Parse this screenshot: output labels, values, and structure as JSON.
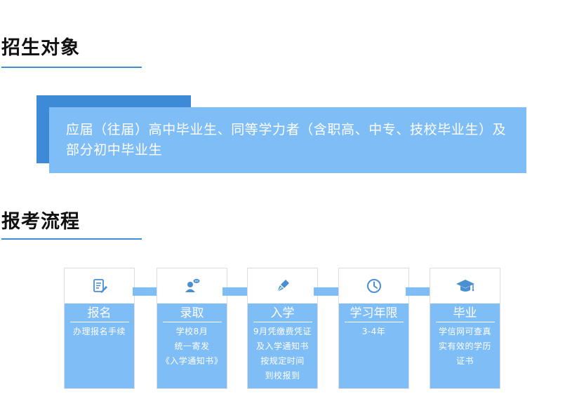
{
  "sections": {
    "target_title": "招生对象",
    "target_text": "应届（往届）高中毕业生、同等学力者（含职高、中专、技校毕业生）及部分初中毕业生",
    "process_title": "报考流程"
  },
  "steps": [
    {
      "icon": "document-pen-icon",
      "title": "报名",
      "desc": "办理报名手续"
    },
    {
      "icon": "user-chat-icon",
      "title": "录取",
      "desc": "学校8月\n统一寄发\n《入学通知书》"
    },
    {
      "icon": "pen-nib-icon",
      "title": "入学",
      "desc": "9月凭缴费凭证\n及入学通知书\n按规定时间\n到校报到"
    },
    {
      "icon": "clock-icon",
      "title": "学习年限",
      "desc": "3-4年"
    },
    {
      "icon": "graduation-cap-icon",
      "title": "毕业",
      "desc": "学信网可查真\n实有效的学历\n证书"
    }
  ],
  "colors": {
    "accent": "#3d8fd8",
    "box": "#7fbdf7",
    "icon": "#4a8fd1"
  }
}
